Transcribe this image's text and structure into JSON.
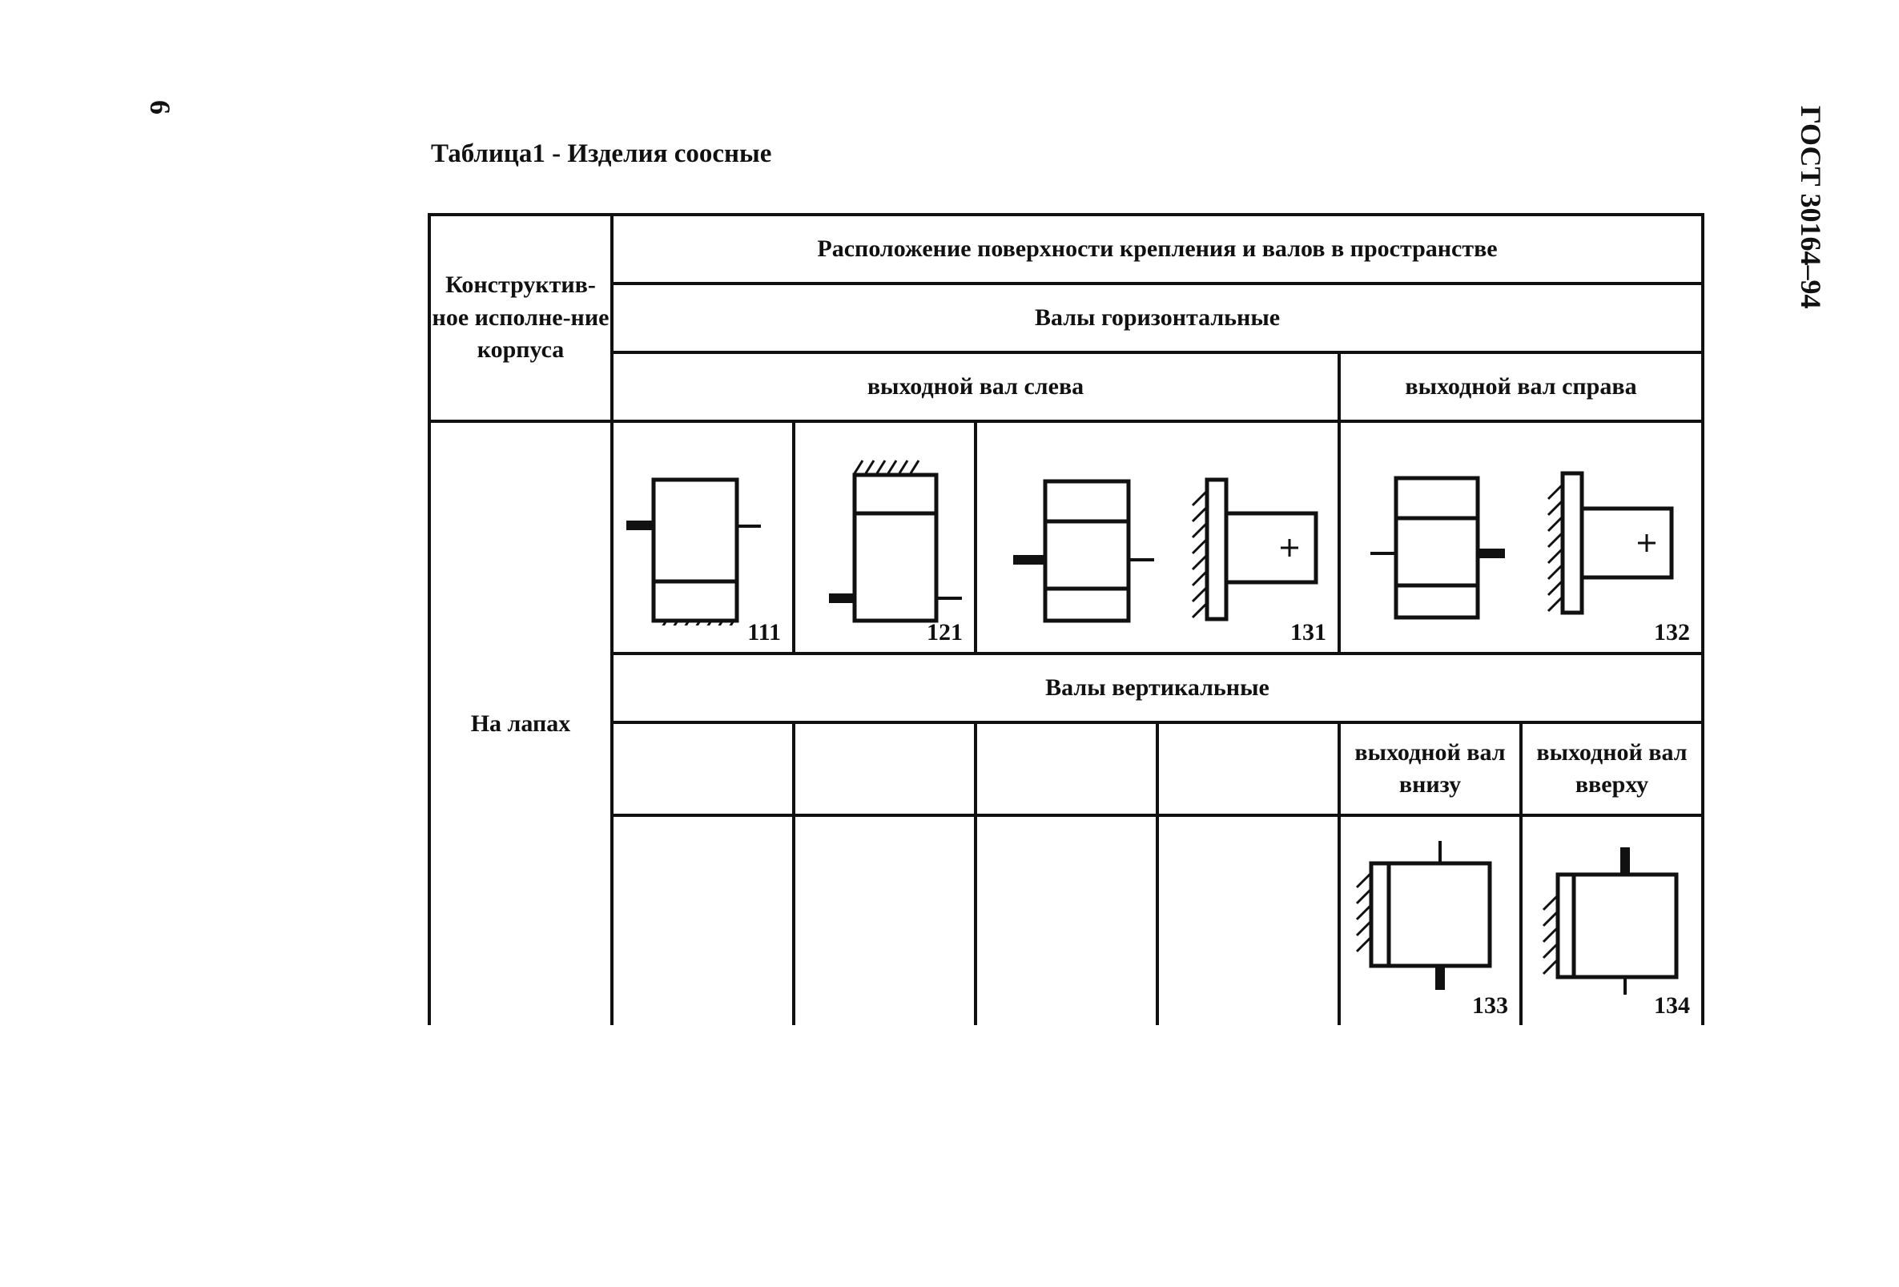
{
  "page": {
    "number": "6",
    "doc_code": "ГОСТ 30164–94"
  },
  "table_title": "Таблица1 - Изделия соосные",
  "headers": {
    "col_design": "Конструктив-ное исполне-ние корпуса",
    "location": "Расположение поверхности крепления и валов в пространстве",
    "shafts_horizontal": "Валы горизонтальные",
    "output_left": "выходной вал слева",
    "output_right": "выходной вал справа",
    "shafts_vertical": "Валы вертикальные",
    "output_bottom": "выходной вал внизу",
    "output_top": "выходной вал вверху"
  },
  "row_label": "На лапах",
  "codes": {
    "c111": "111",
    "c121": "121",
    "c131": "131",
    "c132": "132",
    "c133": "133",
    "c134": "134"
  },
  "icons": {
    "cross": "+"
  }
}
